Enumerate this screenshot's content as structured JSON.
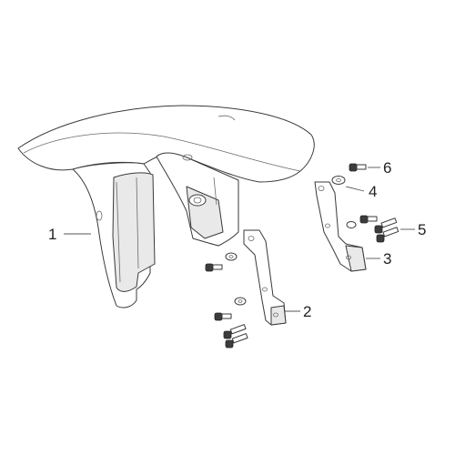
{
  "callouts": [
    {
      "id": "1",
      "text": "1"
    },
    {
      "id": "2",
      "text": "2"
    },
    {
      "id": "3",
      "text": "3"
    },
    {
      "id": "4",
      "text": "4"
    },
    {
      "id": "5",
      "text": "5"
    },
    {
      "id": "6",
      "text": "6"
    }
  ],
  "colors": {
    "line": "#3a3a3a",
    "shade": "#e9e9e9",
    "hardware": "#3c3c3c",
    "background": "#ffffff"
  }
}
